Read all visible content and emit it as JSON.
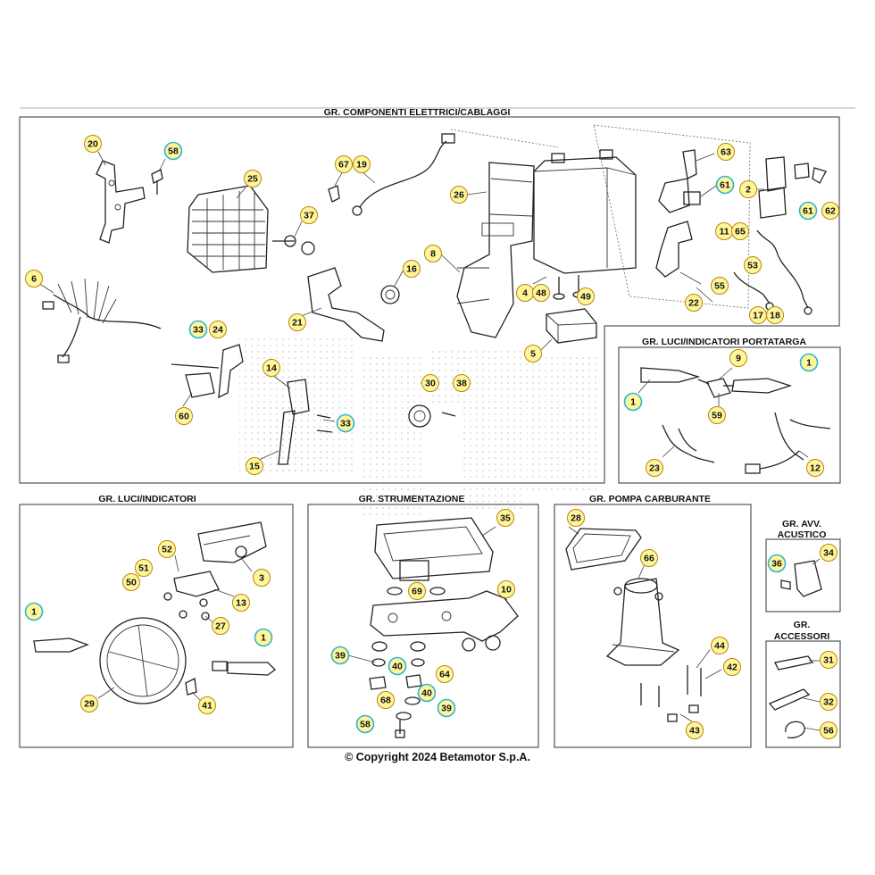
{
  "diagram": {
    "main_title": "GR. COMPONENTI ELETTRICI/CABLAGGI",
    "copyright": "© Copyright 2024 Betamotor S.p.A.",
    "panels": {
      "electrical": "GR. COMPONENTI ELETTRICI/CABLAGGI",
      "plate_lights": "GR. LUCI/INDICATORI PORTATARGA",
      "lights": "GR. LUCI/INDICATORI",
      "instruments": "GR. STRUMENTAZIONE",
      "fuel_pump": "GR. POMPA CARBURANTE",
      "horn_line1": "GR. AVV.",
      "horn_line2": "ACUSTICO",
      "accessories_line1": "GR.",
      "accessories_line2": "ACCESSORI"
    },
    "callout_colors": {
      "standard_fill": "#fff59a",
      "standard_stroke": "#b8860b",
      "highlight_fill": "#fff59a",
      "highlight_stroke": "#29b6d6"
    },
    "callouts": [
      {
        "label": "20",
        "style": "standard"
      },
      {
        "label": "58",
        "style": "highlight"
      },
      {
        "label": "25",
        "style": "standard"
      },
      {
        "label": "37",
        "style": "standard"
      },
      {
        "label": "67",
        "style": "standard"
      },
      {
        "label": "19",
        "style": "standard"
      },
      {
        "label": "26",
        "style": "standard"
      },
      {
        "label": "63",
        "style": "standard"
      },
      {
        "label": "61",
        "style": "highlight"
      },
      {
        "label": "2",
        "style": "standard"
      },
      {
        "label": "61",
        "style": "highlight"
      },
      {
        "label": "62",
        "style": "standard"
      },
      {
        "label": "11",
        "style": "standard"
      },
      {
        "label": "65",
        "style": "standard"
      },
      {
        "label": "53",
        "style": "standard"
      },
      {
        "label": "6",
        "style": "standard"
      },
      {
        "label": "16",
        "style": "standard"
      },
      {
        "label": "8",
        "style": "standard"
      },
      {
        "label": "4",
        "style": "standard"
      },
      {
        "label": "48",
        "style": "standard"
      },
      {
        "label": "49",
        "style": "standard"
      },
      {
        "label": "55",
        "style": "standard"
      },
      {
        "label": "22",
        "style": "standard"
      },
      {
        "label": "17",
        "style": "standard"
      },
      {
        "label": "18",
        "style": "standard"
      },
      {
        "label": "21",
        "style": "standard"
      },
      {
        "label": "33",
        "style": "highlight"
      },
      {
        "label": "24",
        "style": "standard"
      },
      {
        "label": "5",
        "style": "standard"
      },
      {
        "label": "14",
        "style": "standard"
      },
      {
        "label": "30",
        "style": "standard"
      },
      {
        "label": "38",
        "style": "standard"
      },
      {
        "label": "60",
        "style": "standard"
      },
      {
        "label": "33",
        "style": "highlight"
      },
      {
        "label": "15",
        "style": "standard"
      },
      {
        "label": "9",
        "style": "standard"
      },
      {
        "label": "1",
        "style": "highlight"
      },
      {
        "label": "1",
        "style": "highlight"
      },
      {
        "label": "59",
        "style": "standard"
      },
      {
        "label": "23",
        "style": "standard"
      },
      {
        "label": "12",
        "style": "standard"
      },
      {
        "label": "52",
        "style": "standard"
      },
      {
        "label": "51",
        "style": "standard"
      },
      {
        "label": "3",
        "style": "standard"
      },
      {
        "label": "50",
        "style": "standard"
      },
      {
        "label": "13",
        "style": "standard"
      },
      {
        "label": "27",
        "style": "standard"
      },
      {
        "label": "1",
        "style": "highlight"
      },
      {
        "label": "1",
        "style": "highlight"
      },
      {
        "label": "29",
        "style": "standard"
      },
      {
        "label": "41",
        "style": "standard"
      },
      {
        "label": "35",
        "style": "standard"
      },
      {
        "label": "69",
        "style": "standard"
      },
      {
        "label": "10",
        "style": "standard"
      },
      {
        "label": "39",
        "style": "highlight"
      },
      {
        "label": "40",
        "style": "highlight"
      },
      {
        "label": "64",
        "style": "standard"
      },
      {
        "label": "68",
        "style": "standard"
      },
      {
        "label": "40",
        "style": "highlight"
      },
      {
        "label": "39",
        "style": "highlight"
      },
      {
        "label": "58",
        "style": "highlight"
      },
      {
        "label": "28",
        "style": "standard"
      },
      {
        "label": "66",
        "style": "standard"
      },
      {
        "label": "44",
        "style": "standard"
      },
      {
        "label": "42",
        "style": "standard"
      },
      {
        "label": "43",
        "style": "standard"
      },
      {
        "label": "36",
        "style": "highlight"
      },
      {
        "label": "34",
        "style": "standard"
      },
      {
        "label": "31",
        "style": "standard"
      },
      {
        "label": "32",
        "style": "standard"
      },
      {
        "label": "56",
        "style": "standard"
      }
    ]
  }
}
